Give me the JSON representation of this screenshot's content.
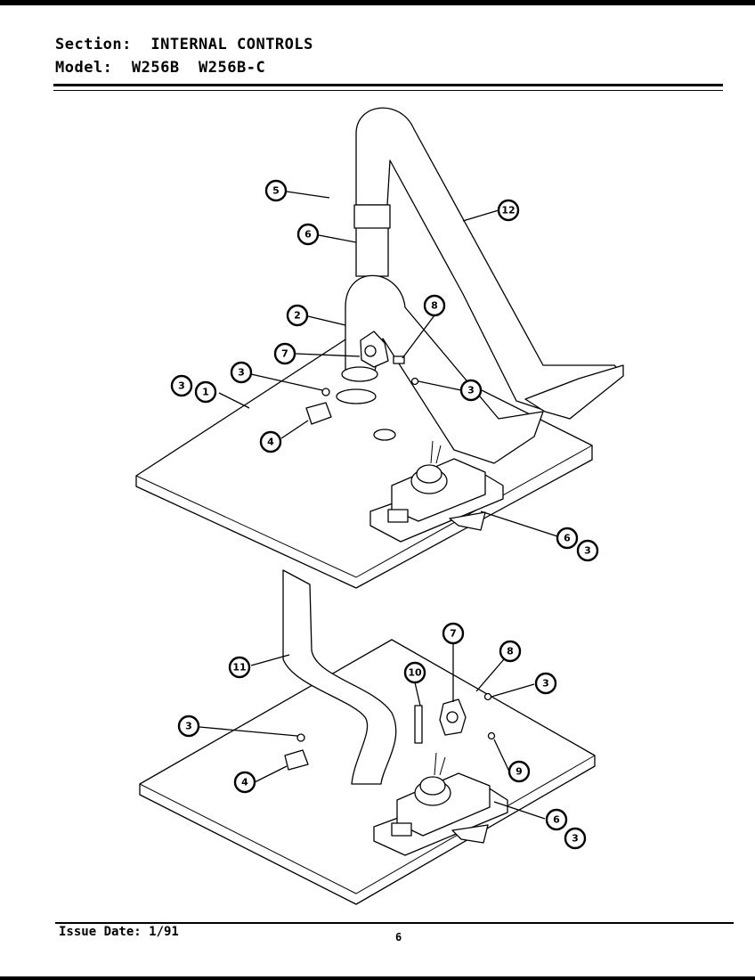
{
  "header": {
    "section_label": "Section:",
    "section_value": "INTERNAL CONTROLS",
    "model_label": "Model:",
    "model_values": "W256B  W256B-C"
  },
  "callouts": {
    "c1": "1",
    "c2": "2",
    "c3": "3",
    "c4": "4",
    "c5": "5",
    "c6": "6",
    "c7": "7",
    "c8": "8",
    "c9": "9",
    "c10": "10",
    "c11": "11",
    "c12": "12"
  },
  "footer": {
    "issue_date": "Issue Date: 1/91",
    "page_number": "6"
  }
}
